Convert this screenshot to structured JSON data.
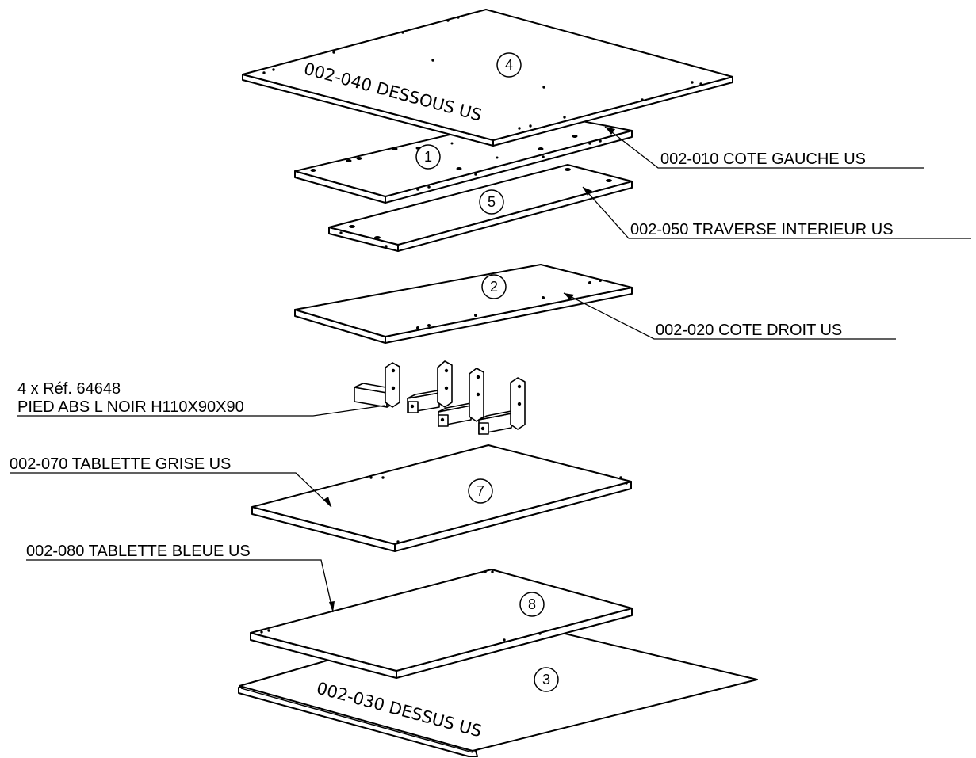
{
  "colors": {
    "line": "#000000",
    "background": "#ffffff"
  },
  "callouts": {
    "cote_gauche": "002-010 COTE GAUCHE US",
    "traverse": "002-050 TRAVERSE INTERIEUR US",
    "cote_droit": "002-020 COTE DROIT US",
    "pied_qty": "4 x Réf. 64648",
    "pied_desc": "PIED ABS L NOIR H110X90X90",
    "tablette_grise": "002-070 TABLETTE GRISE US",
    "tablette_bleue": "002-080 TABLETTE BLEUE US"
  },
  "engraved": {
    "dessous": "002-040 DESSOUS US",
    "dessus": "002-030 DESSUS US"
  },
  "balloons": {
    "b1": "1",
    "b2": "2",
    "b3": "3",
    "b4": "4",
    "b5": "5",
    "b7": "7",
    "b8": "8"
  }
}
